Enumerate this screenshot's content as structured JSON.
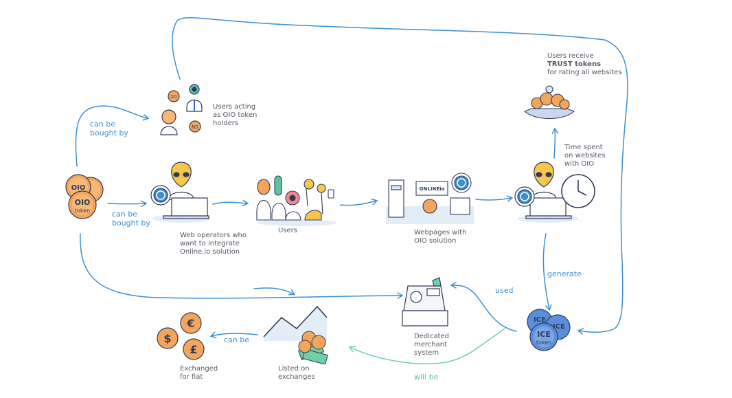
{
  "colors": {
    "blue_arrow": "#3d8fd1",
    "green_arrow": "#6fd0a6",
    "coin_orange": "#f5a55a",
    "alien_yellow": "#f9c64b",
    "ice_blue": "#5b8fdc",
    "outline": "#2f3a5a"
  },
  "nodes": {
    "oio_coins": {
      "text": [
        "OIO",
        "OIO",
        "token"
      ],
      "icon": "oio-coin-stack-icon"
    },
    "holders": {
      "label": "Users acting as OIO token holders",
      "badges": [
        "20",
        "N5"
      ],
      "icon": "token-holders-icon"
    },
    "web_operators": {
      "label": "Web operators who want to integrate Online.io solution",
      "icon": "alien-laptop-icon"
    },
    "users": {
      "label": "Users",
      "icon": "alien-group-icon"
    },
    "webpages": {
      "label": "Webpages with OIO solution",
      "screen_text": "ONLINEio",
      "icon": "webpage-scene-icon"
    },
    "time_spent": {
      "label": "Time spent on websites with OIO",
      "icon": "alien-clock-icon"
    },
    "trust": {
      "label_pre": "Users receive",
      "label_bold": "TRUST tokens",
      "label_post": "for rating all websites",
      "icon": "ufo-trust-tokens-icon"
    },
    "ice": {
      "text": [
        "ICE",
        "ICE",
        "ICE",
        "token"
      ],
      "icon": "ice-coin-stack-icon"
    },
    "merchant": {
      "label": "Dedicated merchant system",
      "icon": "cash-register-icon"
    },
    "exchanges": {
      "label": "Listed on exchanges",
      "icon": "exchange-chart-icon"
    },
    "fiat": {
      "label": "Exchanged for fiat",
      "symbols": [
        "€",
        "$",
        "£"
      ],
      "icon": "fiat-coins-icon"
    }
  },
  "edges": {
    "bought_by_1": "can be bought by",
    "bought_by_2": "can be bought by",
    "generate": "generate",
    "used": "used",
    "will_be": "will be",
    "can_be": "can be"
  }
}
